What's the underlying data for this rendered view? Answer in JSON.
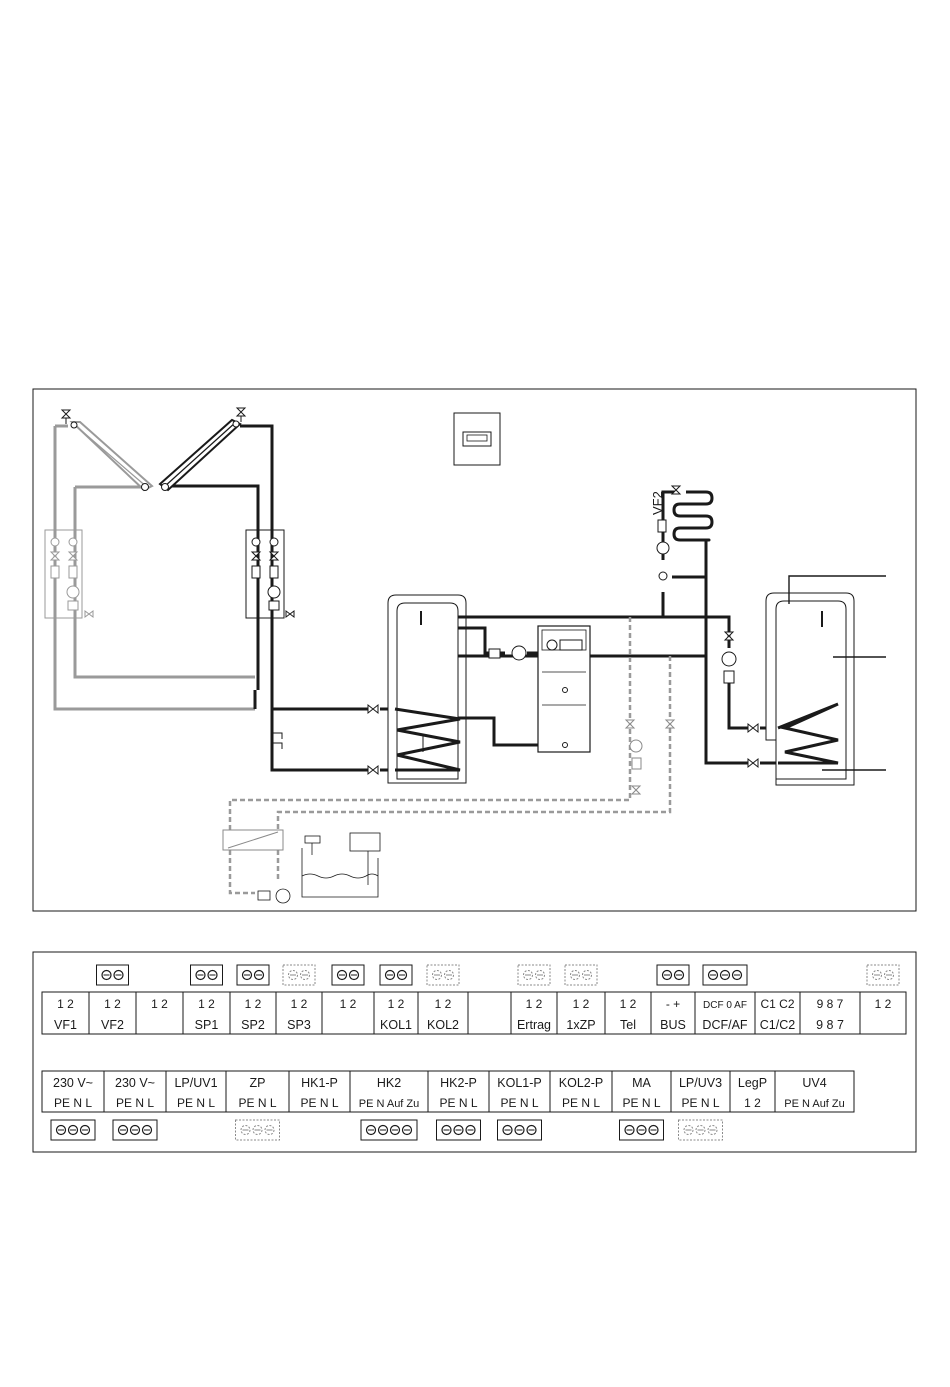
{
  "sensor_labels": {
    "vf2": "VF2"
  },
  "top_terminals": [
    {
      "pins": "1  2",
      "name": "VF1",
      "screws": 0,
      "dashed": false
    },
    {
      "pins": "1  2",
      "name": "VF2",
      "screws": 2,
      "dashed": false
    },
    {
      "pins": "1  2",
      "name": "",
      "screws": 0,
      "dashed": false
    },
    {
      "pins": "1  2",
      "name": "SP1",
      "screws": 2,
      "dashed": false
    },
    {
      "pins": "1  2",
      "name": "SP2",
      "screws": 2,
      "dashed": false
    },
    {
      "pins": "1  2",
      "name": "SP3",
      "screws": 2,
      "dashed": true
    },
    {
      "pins": "1  2",
      "name": "",
      "screws": 2,
      "dashed": false
    },
    {
      "pins": "1  2",
      "name": "KOL1",
      "screws": 2,
      "dashed": false
    },
    {
      "pins": "1  2",
      "name": "KOL2",
      "screws": 2,
      "dashed": true
    },
    {
      "pins": "",
      "name": "",
      "screws": 0,
      "dashed": false
    },
    {
      "pins": "1  2",
      "name": "Ertrag",
      "screws": 2,
      "dashed": true
    },
    {
      "pins": "1  2",
      "name": "1xZP",
      "screws": 2,
      "dashed": true
    },
    {
      "pins": "1  2",
      "name": "Tel",
      "screws": 0,
      "dashed": false
    },
    {
      "pins": "-  +",
      "name": "BUS",
      "screws": 2,
      "dashed": false
    },
    {
      "pins": "DCF 0  AF",
      "name": "DCF/AF",
      "screws": 3,
      "dashed": false
    },
    {
      "pins": "C1  C2",
      "name": "C1/C2",
      "screws": 0,
      "dashed": false
    },
    {
      "pins": "9  8  7",
      "name": "9 8 7",
      "screws": 0,
      "dashed": false
    },
    {
      "pins": "1  2",
      "name": "",
      "screws": 2,
      "dashed": true
    }
  ],
  "bottom_terminals": [
    {
      "name": "230 V~",
      "pins": "PE  N  L",
      "screws": 3,
      "dashed": false
    },
    {
      "name": "230 V~",
      "pins": "PE  N  L",
      "screws": 3,
      "dashed": false
    },
    {
      "name": "LP/UV1",
      "pins": "PE  N  L",
      "screws": 0,
      "dashed": false
    },
    {
      "name": "ZP",
      "pins": "PE  N  L",
      "screws": 3,
      "dashed": true
    },
    {
      "name": "HK1-P",
      "pins": "PE  N  L",
      "screws": 0,
      "dashed": false
    },
    {
      "name": "HK2",
      "pins": "PE N Auf Zu",
      "screws": 4,
      "dashed": false
    },
    {
      "name": "HK2-P",
      "pins": "PE  N  L",
      "screws": 3,
      "dashed": false
    },
    {
      "name": "KOL1-P",
      "pins": "PE  N  L",
      "screws": 3,
      "dashed": false
    },
    {
      "name": "KOL2-P",
      "pins": "PE  N  L",
      "screws": 0,
      "dashed": false
    },
    {
      "name": "MA",
      "pins": "PE  N  L",
      "screws": 3,
      "dashed": false
    },
    {
      "name": "LP/UV3",
      "pins": "PE  N  L",
      "screws": 3,
      "dashed": true
    },
    {
      "name": "LegP",
      "pins": "1  2",
      "screws": 0,
      "dashed": false
    },
    {
      "name": "UV4",
      "pins": "PE N Auf Zu",
      "screws": 0,
      "dashed": false
    }
  ],
  "colors": {
    "pipe_dark": "#1a1a1a",
    "pipe_light": "#9a9a9a",
    "line": "#1a1a1a"
  },
  "icons": [
    "solar-collector-icon",
    "pump-icon",
    "valve-icon",
    "thermometer-icon",
    "boiler-icon",
    "storage-tank-icon",
    "controller-icon",
    "screw-terminal-icon"
  ]
}
